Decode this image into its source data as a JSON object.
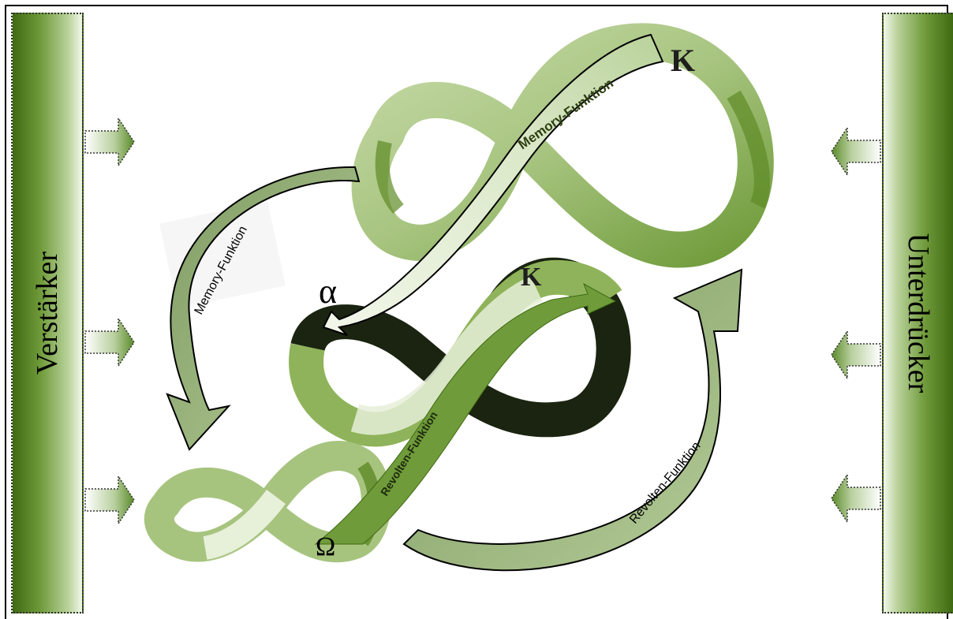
{
  "bars": {
    "left": {
      "label": "Verstärker"
    },
    "right": {
      "label": "Unterdrücker"
    }
  },
  "labels": {
    "memory_ribbon": "Memory-Funktion",
    "memory_arrow": "Memory-Funktion",
    "revolten_ribbon": "Revolten-Funktion",
    "revolten_arrow": "Revolten-Funktion",
    "kappa_top": "K",
    "kappa_mid": "K",
    "alpha": "α",
    "omega": "Ω"
  },
  "colors": {
    "ribbon_light": "#b9d29a",
    "ribbon_mid": "#8fb35a",
    "ribbon_dark": "#5e8a25",
    "ribbon_black": "#1a2410",
    "ribbon_pale": "#e6efd8",
    "arrow_fill": "#9bb77a"
  }
}
